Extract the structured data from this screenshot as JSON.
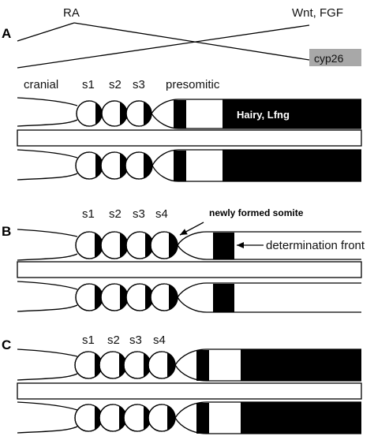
{
  "panelA": {
    "letter": "A",
    "gradient_left": "RA",
    "gradient_right": "Wnt, FGF",
    "cyp_label": "cyp26",
    "region_cranial": "cranial",
    "somites": [
      "s1",
      "s2",
      "s3"
    ],
    "region_presomitic": "presomitic",
    "gene_label": "Hairy, Lfng"
  },
  "panelB": {
    "letter": "B",
    "somites": [
      "s1",
      "s2",
      "s3",
      "s4"
    ],
    "newly_formed": "newly formed somite",
    "determination_front": "determination front"
  },
  "panelC": {
    "letter": "C",
    "somites": [
      "s1",
      "s2",
      "s3",
      "s4"
    ]
  },
  "colors": {
    "stain": "#000000",
    "cyp_box": "#a8a8a8",
    "outline": "#000000"
  }
}
